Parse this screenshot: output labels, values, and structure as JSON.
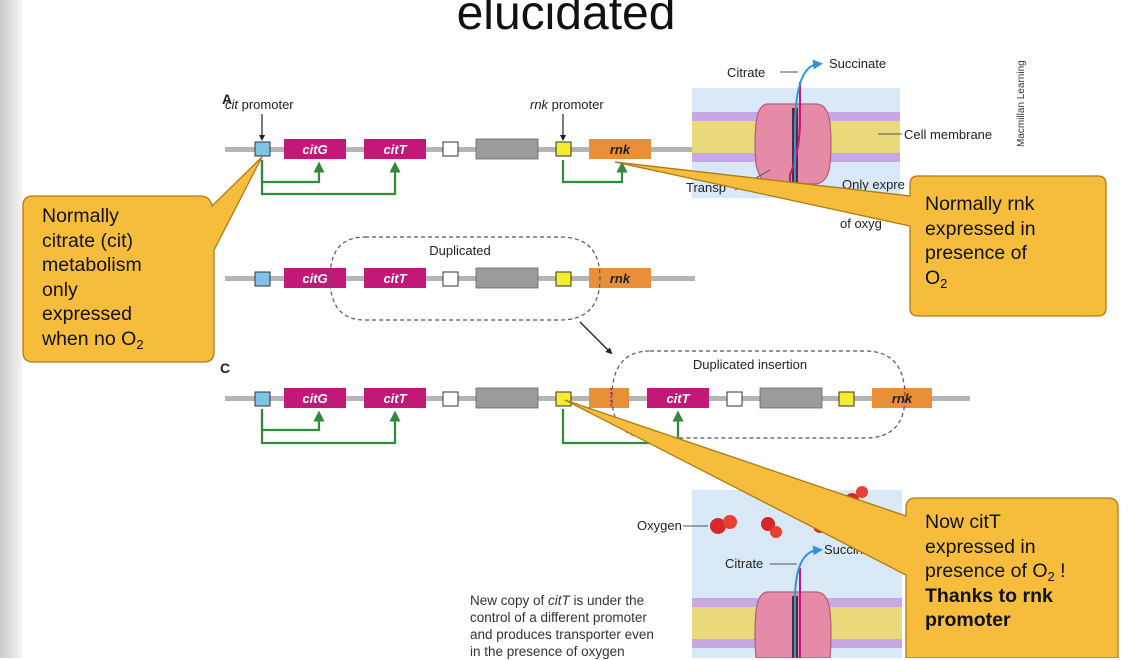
{
  "slide": {
    "title": "elucidated"
  },
  "panels": {
    "a": "A",
    "c": "C"
  },
  "labels": {
    "cit_promoter": [
      "cit",
      " promoter"
    ],
    "rnk_promoter": [
      "rnk",
      " promoter"
    ],
    "duplicated": "Duplicated",
    "duplicated_insertion": "Duplicated insertion",
    "citrate_top": "Citrate",
    "succinate_top": "Succinate",
    "cell_membrane": "Cell membrane",
    "credit": "Macmillan Learning",
    "only_expressed": "Only expre",
    "transp": "Transp",
    "of_oxy": "of oxyg",
    "citrate_bottom": "Citrate",
    "succinate_bottom": "Succin",
    "oxygen": "Oxygen"
  },
  "genes": {
    "citG": "citG",
    "citT": "citT",
    "rnk": "rnk"
  },
  "caption": {
    "line1_pre": "New copy of ",
    "line1_gene": "citT",
    "line1_post": " is under the",
    "line2": "control of a different promoter",
    "line3": "and produces transporter even",
    "line4": "in the presence of oxygen"
  },
  "callouts": {
    "left": {
      "lines": [
        "Normally",
        "citrate (cit)",
        "metabolism",
        "only",
        "expressed"
      ],
      "last_pre": "when no O",
      "last_sub": "2"
    },
    "right_top": {
      "lines": [
        "Normally rnk",
        "expressed in",
        "presence of"
      ],
      "o": "O",
      "o_sub": "2"
    },
    "right_bottom": {
      "line1": "Now citT",
      "line2": "expressed in",
      "line3_pre": "presence of O",
      "line3_sub": "2",
      "line3_post": " !",
      "bold1": "Thanks to rnk",
      "bold2": "promoter"
    }
  },
  "colors": {
    "cit_gene": "#c2187a",
    "rnk_gene": "#e98f38",
    "promoter_blue": "#7ec3e8",
    "promoter_yellow": "#f4ec2c",
    "arrow_green": "#2e8b3a",
    "callout_fill": "#f6bd3d",
    "callout_stroke": "#b07a10"
  }
}
